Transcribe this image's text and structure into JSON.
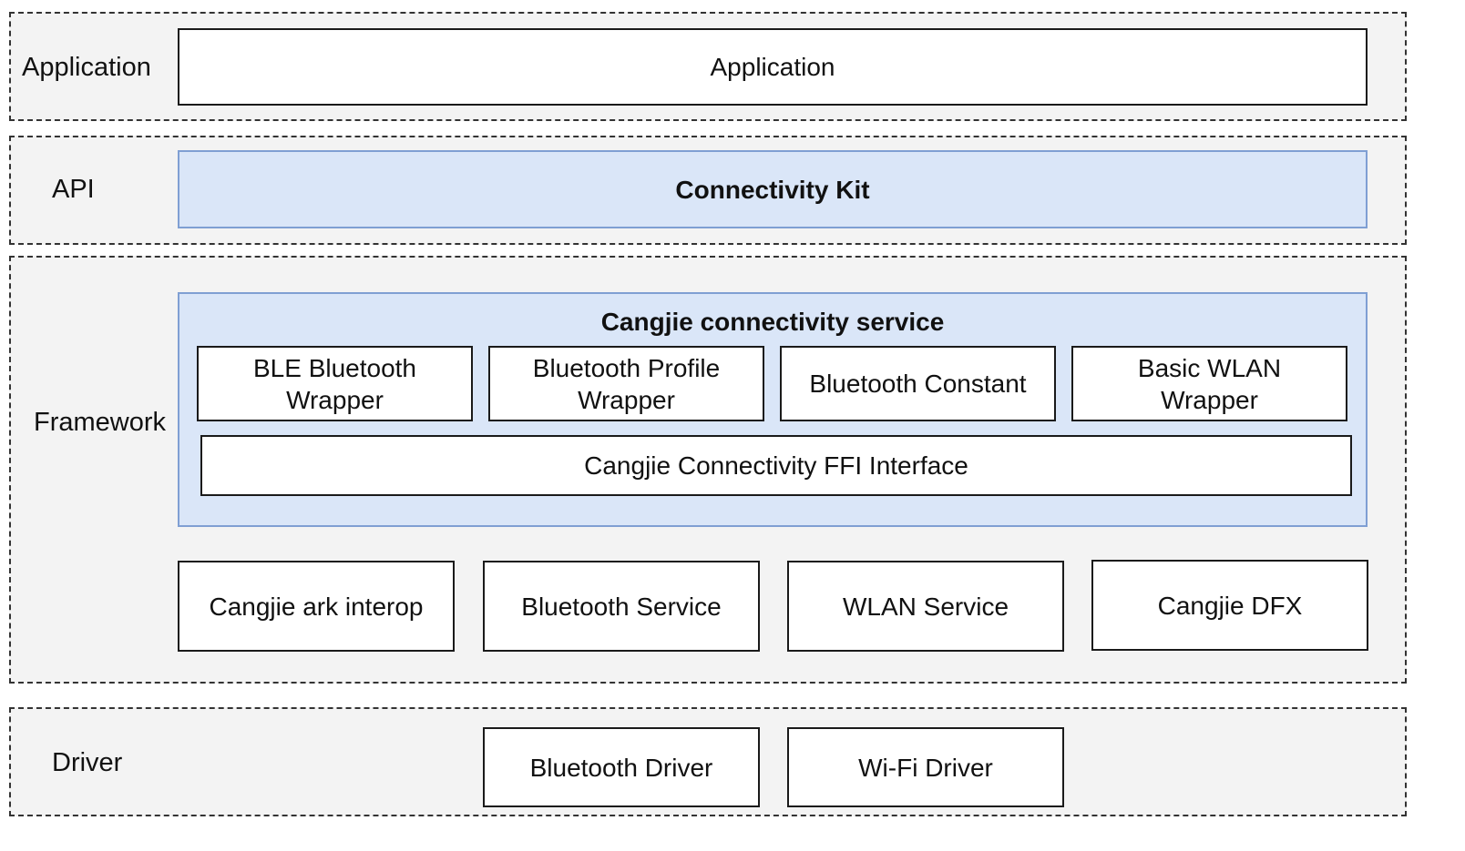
{
  "layers": {
    "application": {
      "label": "Application",
      "box": "Application"
    },
    "api": {
      "label": "API",
      "box": "Connectivity Kit"
    },
    "framework": {
      "label": "Framework",
      "service": {
        "title": "Cangjie connectivity service",
        "wrappers": [
          "BLE Bluetooth\nWrapper",
          "Bluetooth Profile\nWrapper",
          "Bluetooth Constant",
          "Basic WLAN\nWrapper"
        ],
        "ffi": "Cangjie Connectivity FFI Interface"
      },
      "modules": [
        "Cangjie ark interop",
        "Bluetooth Service",
        "WLAN Service",
        "Cangjie DFX"
      ]
    },
    "driver": {
      "label": "Driver",
      "boxes": [
        "Bluetooth Driver",
        "Wi-Fi Driver"
      ]
    }
  },
  "colors": {
    "layer_background": "#f3f3f3",
    "highlight_fill": "#dae6f8",
    "highlight_border": "#7f9fd3"
  }
}
